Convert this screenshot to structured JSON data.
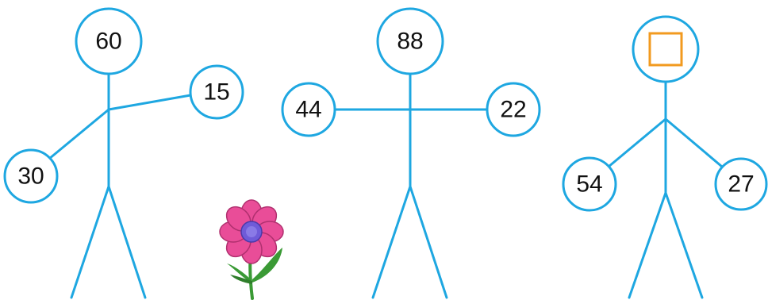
{
  "figures": [
    {
      "head": "60",
      "left": "30",
      "right": "15"
    },
    {
      "head": "88",
      "left": "44",
      "right": "22"
    },
    {
      "head": "",
      "left": "54",
      "right": "27"
    }
  ],
  "colors": {
    "limb": "#1ea7e1",
    "blank_box": "#f29a1f",
    "petal": "#e94d98",
    "flower_center": "#6f5bd8",
    "stem": "#3a9a35"
  },
  "icons": {
    "unknown": "blank-answer-box",
    "decoration": "flower-icon"
  }
}
